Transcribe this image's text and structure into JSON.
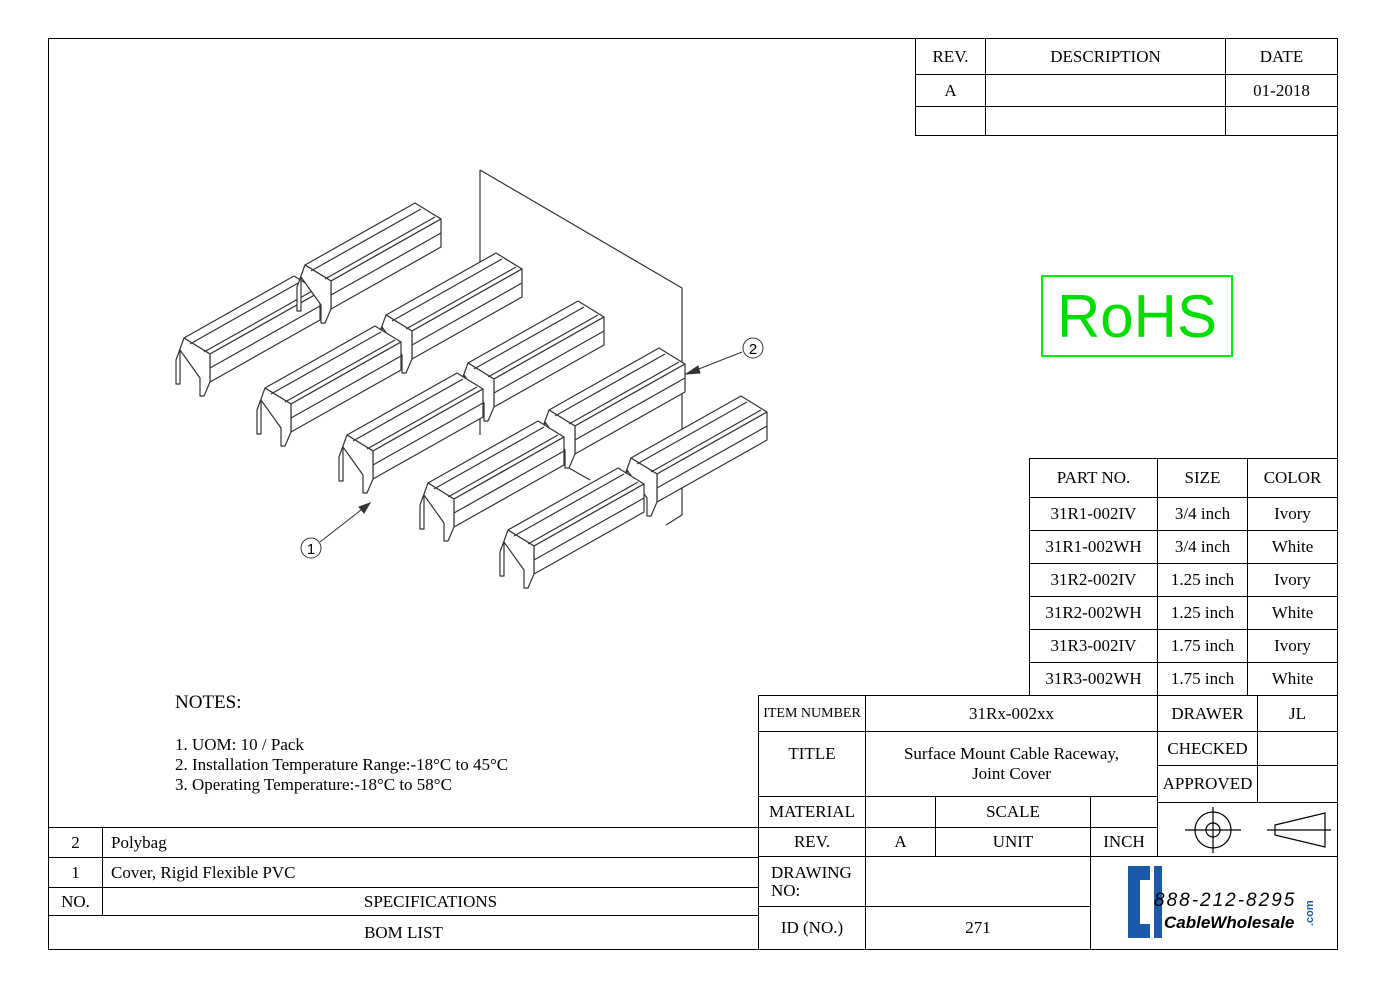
{
  "revision_block": {
    "headers": {
      "rev": "REV.",
      "description": "DESCRIPTION",
      "date": "DATE"
    },
    "rows": [
      {
        "rev": "A",
        "description": "",
        "date": "01-2018"
      }
    ]
  },
  "rohs": "RoHS",
  "parts_table": {
    "headers": {
      "part": "PART NO.",
      "size": "SIZE",
      "color": "COLOR"
    },
    "rows": [
      {
        "part": "31R1-002IV",
        "size": "3/4 inch",
        "color": "Ivory"
      },
      {
        "part": "31R1-002WH",
        "size": "3/4 inch",
        "color": "White"
      },
      {
        "part": "31R2-002IV",
        "size": "1.25 inch",
        "color": "Ivory"
      },
      {
        "part": "31R2-002WH",
        "size": "1.25 inch",
        "color": "White"
      },
      {
        "part": "31R3-002IV",
        "size": "1.75 inch",
        "color": "Ivory"
      },
      {
        "part": "31R3-002WH",
        "size": "1.75 inch",
        "color": "White"
      }
    ]
  },
  "callouts": {
    "one": "1",
    "two": "2"
  },
  "notes": {
    "heading": "NOTES:",
    "items": [
      "1. UOM: 10 / Pack",
      "2. Installation Temperature Range:-18°C to 45°C",
      "3. Operating Temperature:-18°C to 58°C"
    ]
  },
  "bom": {
    "rows": [
      {
        "no": "2",
        "spec": "Polybag"
      },
      {
        "no": "1",
        "spec": "Cover, Rigid Flexible PVC"
      }
    ],
    "header_no": "NO.",
    "header_spec": "SPECIFICATIONS",
    "footer": "BOM LIST"
  },
  "title_block": {
    "item_number_label": "ITEM NUMBER",
    "item_number": "31Rx-002xx",
    "title_label": "TITLE",
    "title_line1": "Surface Mount Cable Raceway,",
    "title_line2": "Joint Cover",
    "material_label": "MATERIAL",
    "material": "",
    "scale_label": "SCALE",
    "scale": "",
    "rev_label": "REV.",
    "rev": "A",
    "unit_label": "UNIT",
    "unit": "INCH",
    "drawing_no_label_1": "DRAWING",
    "drawing_no_label_2": "NO:",
    "drawing_no": "",
    "id_label": "ID (NO.)",
    "id": "271",
    "drawer_label": "DRAWER",
    "drawer": "JL",
    "checked_label": "CHECKED",
    "checked": "",
    "approved_label": "APPROVED",
    "approved": ""
  },
  "logo": {
    "phone": "888-212-8295",
    "name": "CableWholesale",
    "tld": ".com"
  },
  "colors": {
    "rohs": "#00ee00",
    "logo_blue": "#1a5aa8",
    "line": "#000000"
  }
}
